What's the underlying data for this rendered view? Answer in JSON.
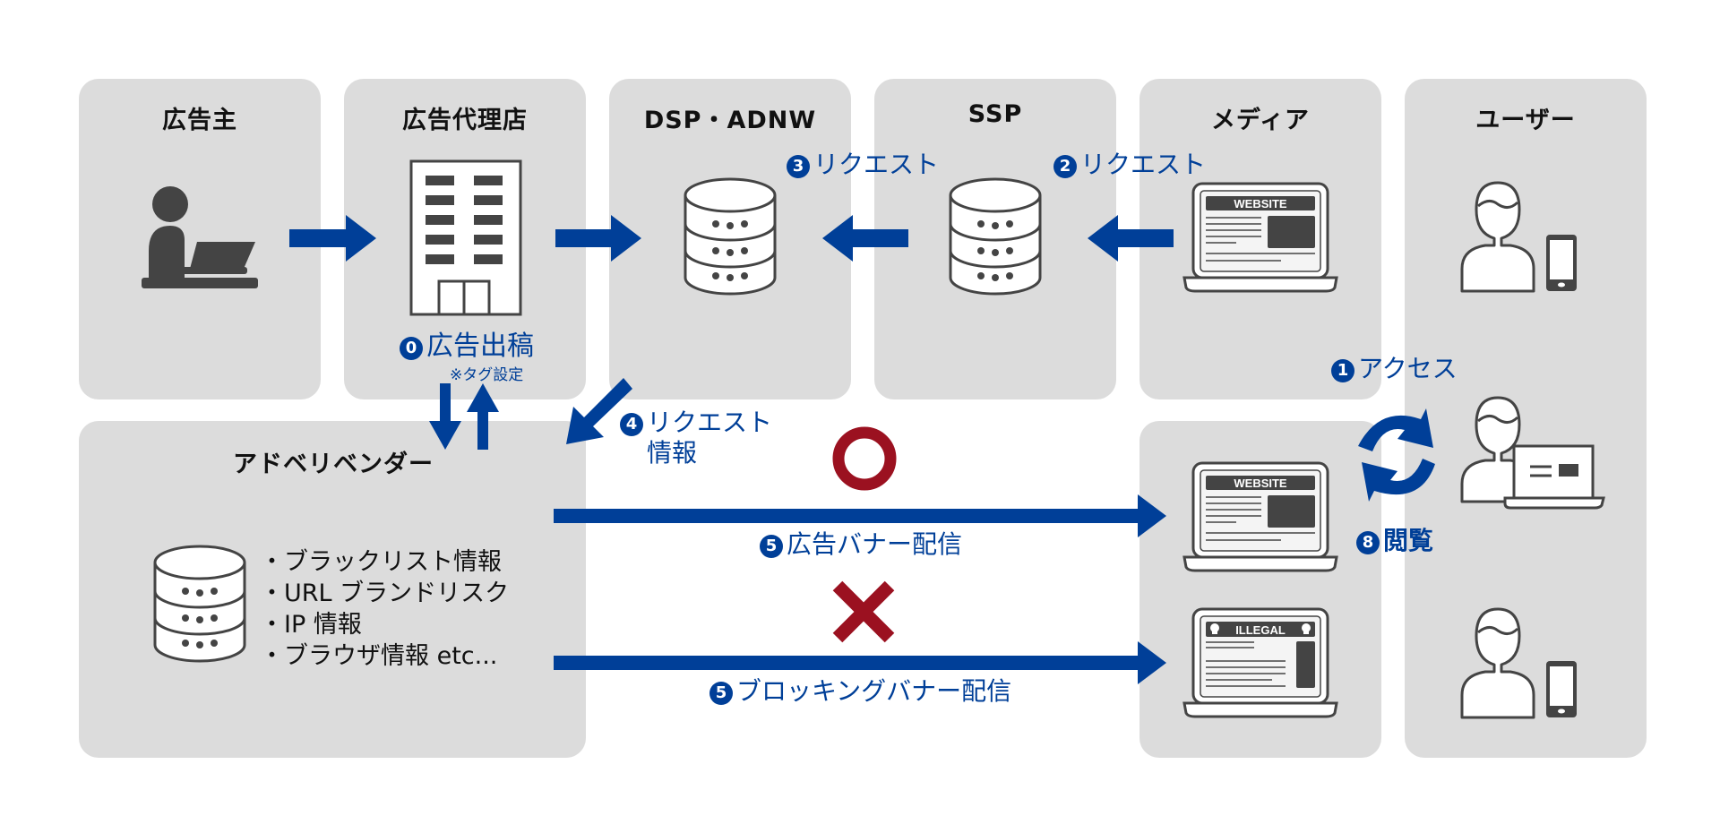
{
  "colors": {
    "panel": "#dcdcdc",
    "accent": "#003f98",
    "icon": "#444444",
    "ok_mark": "#9b1120",
    "ng_mark": "#9b1120"
  },
  "columns": [
    {
      "title": "広告主",
      "icon": "person-at-laptop-icon"
    },
    {
      "title": "広告代理店",
      "icon": "office-building-icon"
    },
    {
      "title": "DSP・ADNW",
      "icon": "database-icon"
    },
    {
      "title": "SSP",
      "icon": "database-icon"
    },
    {
      "title": "メディア",
      "icon": "laptop-website-icon"
    },
    {
      "title": "ユーザー",
      "icon": "user-icon"
    }
  ],
  "vendor": {
    "title": "アドベリベンダー",
    "icon": "database-icon",
    "items": [
      "・ブラックリスト情報",
      "・URL ブランドリスク",
      "・IP 情報",
      "・ブラウザ情報 etc..."
    ]
  },
  "steps": {
    "s0": {
      "num": "0",
      "text": "広告出稿",
      "note": "※タグ設定"
    },
    "s1": {
      "num": "1",
      "text": "アクセス"
    },
    "s2": {
      "num": "2",
      "text": "リクエスト"
    },
    "s3": {
      "num": "3",
      "text": "リクエスト"
    },
    "s4": {
      "num": "4",
      "text": "リクエスト",
      "text2": "情報"
    },
    "s5a": {
      "num": "5",
      "text": "広告バナー配信"
    },
    "s5b": {
      "num": "5",
      "text": "ブロッキングバナー配信"
    },
    "s8": {
      "num": "8",
      "text": "閲覧"
    }
  },
  "marks": {
    "ok": "○",
    "ng": "×"
  },
  "screens": {
    "website": "WEBSITE",
    "illegal": "ILLEGAL"
  }
}
